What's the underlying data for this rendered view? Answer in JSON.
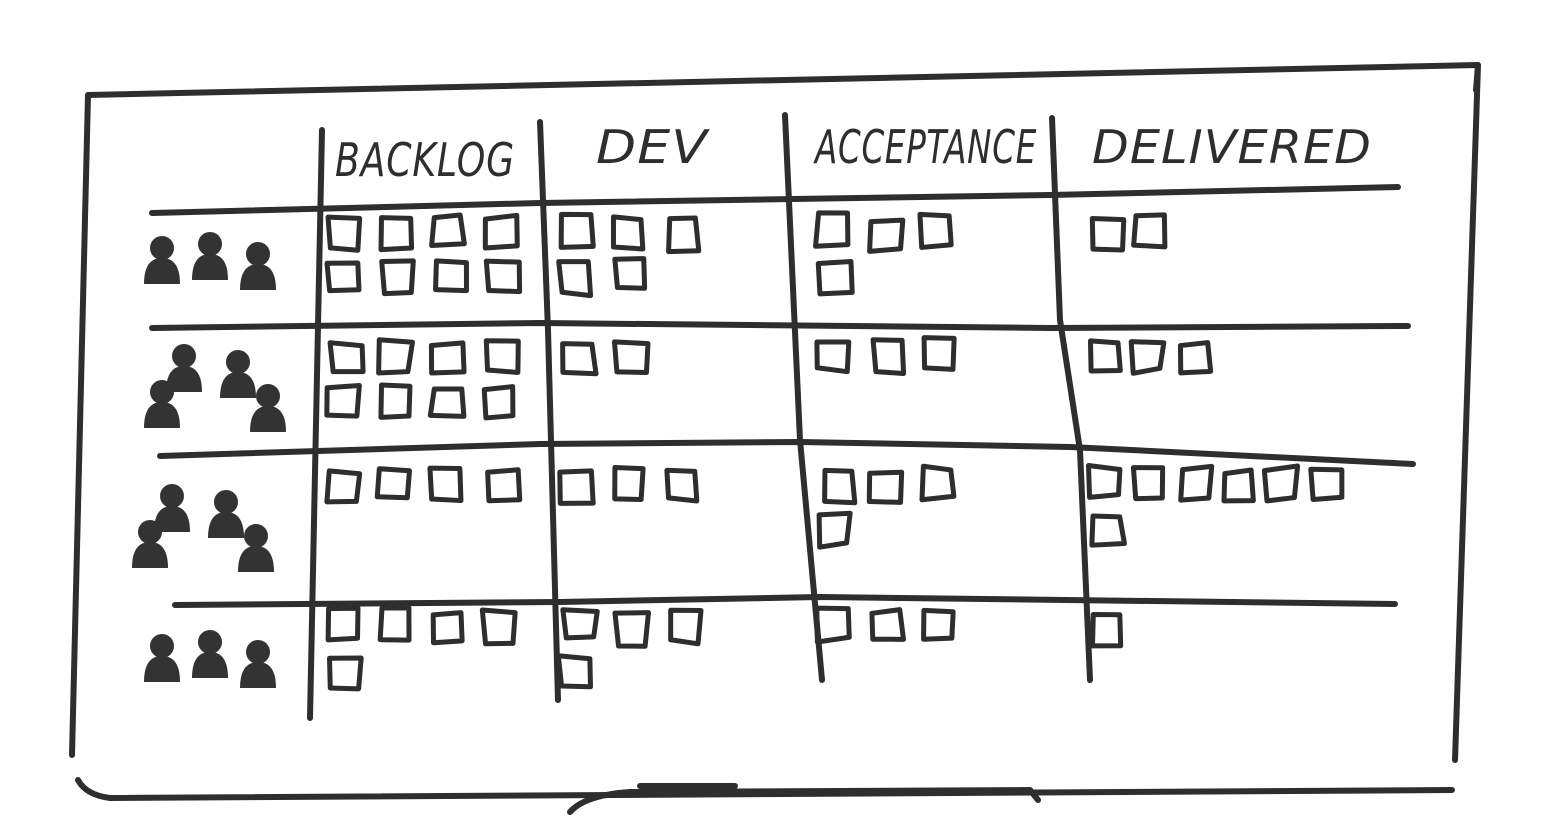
{
  "colors": {
    "ink": "#2e2e2e",
    "paper": "#ffffff"
  },
  "columns": [
    {
      "label": "BACKLOG"
    },
    {
      "label": "DEV"
    },
    {
      "label": "ACCEPTANCE"
    },
    {
      "label": "DELIVERED"
    }
  ],
  "rows": [
    {
      "team_icon": "team-of-3-icon",
      "team_size": 3,
      "cards": [
        8,
        5,
        4,
        2
      ]
    },
    {
      "team_icon": "team-of-4-icon",
      "team_size": 4,
      "cards": [
        8,
        2,
        3,
        3
      ]
    },
    {
      "team_icon": "team-of-4-icon",
      "team_size": 4,
      "cards": [
        4,
        3,
        4,
        7
      ]
    },
    {
      "team_icon": "team-of-3-icon",
      "team_size": 3,
      "cards": [
        5,
        4,
        3,
        1
      ]
    }
  ]
}
